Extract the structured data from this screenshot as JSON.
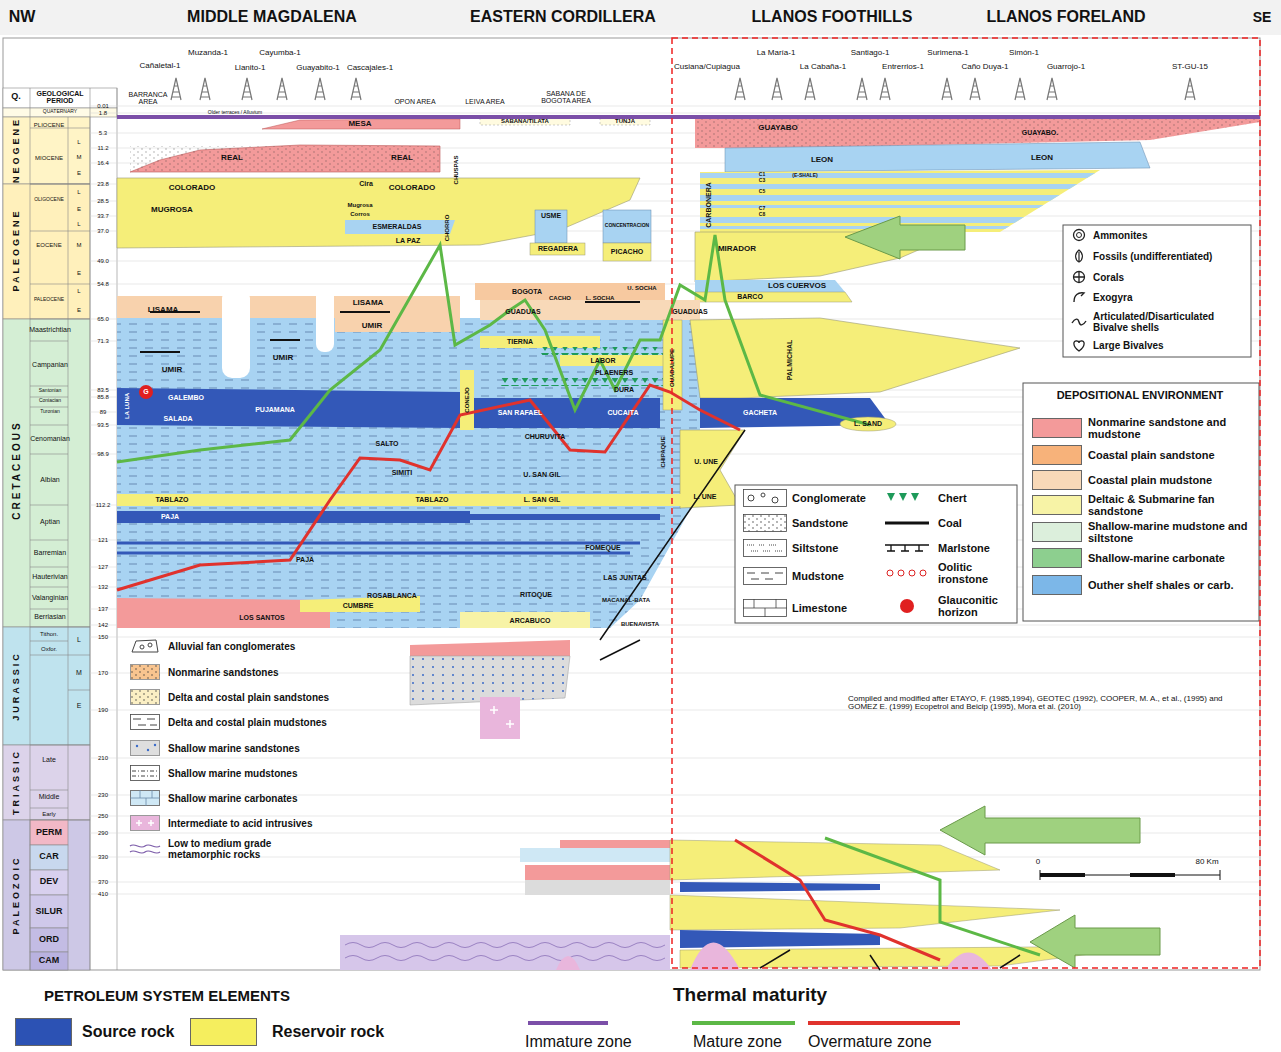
{
  "diagram": {
    "labels": [
      "NW",
      "MIDDLE MAGDALENA",
      "EASTERN CORDILLERA",
      "LLANOS FOOTHILLS",
      "LLANOS FORELAND",
      "SE",
      "Muzanda-1",
      "Cayumba-1",
      "Cañaletal-1",
      "Llanito-1",
      "Guayabito-1",
      "Cascajales-1",
      "La María-1",
      "Santiago-1",
      "Surimena-1",
      "Simón-1",
      "Cusiana/Cupiagua",
      "La Cabaña-1",
      "Entrerrios-1",
      "Caño Duya-1",
      "Guarrojo-1",
      "ST-GU-15",
      "BARRANCA AREA",
      "OPON AREA",
      "LEIVA AREA",
      "SABANA DE BOGOTA AREA",
      "Older terraces / Alluvium",
      "Q.",
      "GEOLOGICAL PERIOD",
      "QUATERNARY",
      "PLIOCENE",
      "MIOCENE",
      "OLIGOCENE",
      "EOCENE",
      "PALEOCENE",
      "NEOGENE",
      "PALEOGENE",
      "CRETACEOUS",
      "JURASSIC",
      "TRIASSIC",
      "PALEOZOIC",
      "Maastrichtian",
      "Campanian",
      "Santonian",
      "Coniacian",
      "Turonian",
      "Cenomanian",
      "Albian",
      "Aptian",
      "Barremian",
      "Hauterivian",
      "Valanginian",
      "Berriasian",
      "Tithon.",
      "Oxfor.",
      "L",
      "M",
      "E",
      "Late",
      "Middle",
      "Early",
      "PERM",
      "CAR",
      "DEV",
      "SILUR",
      "ORD",
      "CAM",
      "L",
      "M",
      "E",
      "L",
      "E",
      "L",
      "M",
      "E",
      "L",
      "E",
      "0.01",
      "1.8",
      "5.3",
      "11.2",
      "16.4",
      "23.8",
      "28.5",
      "33.7",
      "37.0",
      "49.0",
      "54.8",
      "65.0",
      "71.3",
      "83.5",
      "85.8",
      "89",
      "93.5",
      "98.9",
      "112.2",
      "121",
      "127",
      "132",
      "137",
      "142",
      "150",
      "170",
      "190",
      "210",
      "230",
      "250",
      "290",
      "330",
      "370",
      "410",
      "MESA",
      "SABANA/TILATA",
      "TUNJA",
      "REAL",
      "REAL",
      "COLORADO",
      "COLORADO",
      "MUGROSA",
      "Cira",
      "Mugrosa",
      "Corros",
      "ESMERALDAS",
      "LA PAZ",
      "CHUSPAS",
      "CHORRO",
      "USME",
      "REGADERA",
      "CONCENTRACION",
      "PICACHO",
      "GUAYABO",
      "GUAYABO.",
      "LEON",
      "LEON",
      "C1",
      "(E-SHALE)",
      "C3",
      "C5",
      "C7",
      "C8",
      "CARBONERA",
      "MIRADOR",
      "LOS CUERVOS",
      "BARCO",
      "LISAMA",
      "LISAMA",
      "UMIR",
      "BOGOTA",
      "CACHO",
      "L. SOCHA",
      "U. SOCHA",
      "GUADUAS",
      "GUADUAS",
      "UMIR",
      "UMIR",
      "TIERNA",
      "LABOR",
      "PLAENERS",
      "DURA",
      "PALMICHAL",
      "LA LUNA",
      "GALEMBO",
      "PUJAMANA",
      "SALADA",
      "CONEJO",
      "SAN RAFAEL",
      "CUCAITA",
      "GACHETA",
      "L. SAND",
      "SALTO",
      "CHURUVITA",
      "GUADALUPE",
      "CHIPAQUE",
      "U. UNE",
      "SIMITI",
      "U. SAN GIL",
      "TABLAZO",
      "TABLAZO",
      "L. SAN GIL",
      "L. UNE",
      "PAJA",
      "PAJA",
      "FOMEQUE",
      "LAS JUNTAS",
      "ROSABLANCA",
      "RITOQUE",
      "CUMBRE",
      "LOS SANTOS",
      "ARCABUCO",
      "MACANAL-BATA",
      "BUENAVISTA",
      "G",
      "Compiled and modified after ETAYO, F. (1985,1994), GEOTEC (1992), COOPER, M. A., et al., (1995) and GOMEZ E. (1999) Ecopetrol and Beicip (1995), Mora et al. (2010)",
      "0",
      "80 Km",
      "DEPOSITIONAL ENVIRONMENT",
      "G",
      "PETROLEUM SYSTEM ELEMENTS",
      "Thermal maturity"
    ],
    "legend": [
      {
        "text": "Ammonites"
      },
      {
        "text": "Fossils (undifferentiated)"
      },
      {
        "text": "Corals"
      },
      {
        "text": "Exogyra"
      },
      {
        "text": "Articulated/Disarticulated Bivalve shells"
      },
      {
        "text": "Large Bivalves"
      },
      {
        "text": "Nonmarine sandstone and mudstone",
        "color": "#f39a9a"
      },
      {
        "text": "Coastal plain sandstone",
        "color": "#f7b27a"
      },
      {
        "text": "Coastal plain mudstone",
        "color": "#f8d9b8"
      },
      {
        "text": "Deltaic & Submarine fan sandstone",
        "color": "#f7f3a6"
      },
      {
        "text": "Shallow-marine mudstone and siltstone",
        "color": "#dcefdc"
      },
      {
        "text": "Shallow-marine carbonate",
        "color": "#8dcf8f"
      },
      {
        "text": "Outher shelf shales or carb.",
        "color": "#7cb7e8"
      },
      {
        "text": "Conglomerate"
      },
      {
        "text": "Sandstone"
      },
      {
        "text": "Siltstone"
      },
      {
        "text": "Mudstone"
      },
      {
        "text": "Limestone"
      },
      {
        "text": "Chert"
      },
      {
        "text": "Coal"
      },
      {
        "text": "Marlstone"
      },
      {
        "text": "Oolitic ironstone"
      },
      {
        "text": "Glauconitic horizon"
      },
      {
        "text": "Alluvial fan conglomerates"
      },
      {
        "text": "Nonmarine sandstones"
      },
      {
        "text": "Delta and costal plain sandstones"
      },
      {
        "text": "Delta and costal plain mudstones"
      },
      {
        "text": "Shallow marine sandstones"
      },
      {
        "text": "Shallow marine mudstones"
      },
      {
        "text": "Shallow marine carbonates"
      },
      {
        "text": "Intermediate to acid intrusives"
      },
      {
        "text": "Low to medium grade metamorphic rocks"
      },
      {
        "text": "Source rock",
        "color": "#2c52b4"
      },
      {
        "text": "Reservoir rock",
        "color": "#f5ee5e"
      },
      {
        "text": "Immature zone"
      },
      {
        "text": "Mature zone"
      },
      {
        "text": "Overmature zone"
      }
    ]
  }
}
